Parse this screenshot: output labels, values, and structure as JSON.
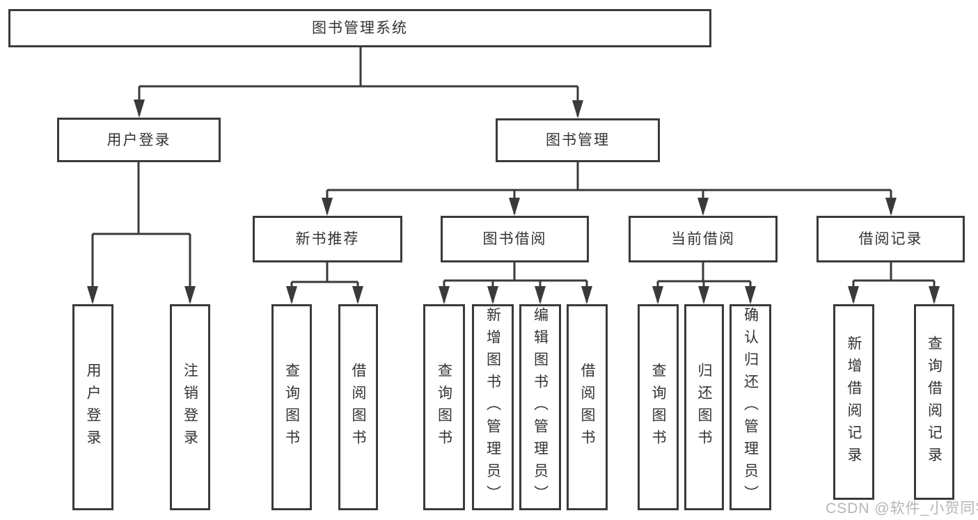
{
  "colors": {
    "line": "#3a3a3a",
    "box_border": "#3a3a3a",
    "text": "#333333",
    "watermark": "#a8a8a8",
    "background": "#ffffff"
  },
  "watermark": "CSDN @软件_小贺同学",
  "tree": {
    "root": {
      "label": "图书管理系统",
      "children": [
        {
          "label": "用户登录",
          "children": [
            {
              "label": "用户登录"
            },
            {
              "label": "注销登录"
            }
          ]
        },
        {
          "label": "图书管理",
          "children": [
            {
              "label": "新书推荐",
              "children": [
                {
                  "label": "查询图书"
                },
                {
                  "label": "借阅图书"
                }
              ]
            },
            {
              "label": "图书借阅",
              "children": [
                {
                  "label": "查询图书"
                },
                {
                  "label": "新增图书（管理员）"
                },
                {
                  "label": "编辑图书（管理员）"
                },
                {
                  "label": "借阅图书"
                }
              ]
            },
            {
              "label": "当前借阅",
              "children": [
                {
                  "label": "查询图书"
                },
                {
                  "label": "归还图书"
                },
                {
                  "label": "确认归还（管理员）"
                }
              ]
            },
            {
              "label": "借阅记录",
              "children": [
                {
                  "label": "新增借阅记录"
                },
                {
                  "label": "查询借阅记录"
                }
              ]
            }
          ]
        }
      ]
    }
  }
}
